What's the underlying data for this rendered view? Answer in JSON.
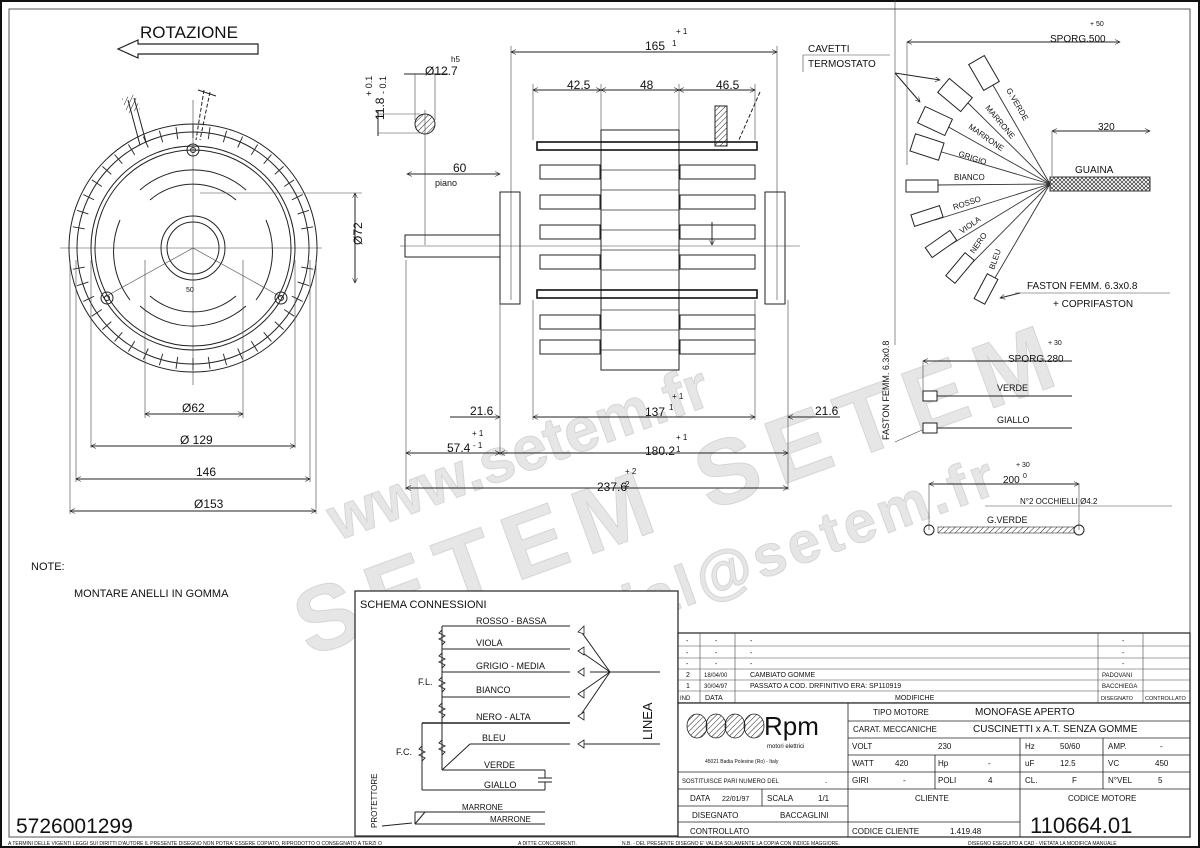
{
  "drawing": {
    "rotation_label": "ROTAZIONE",
    "front_view": {
      "dims": {
        "d62": "Ø62",
        "d129": "Ø 129",
        "w146": "146",
        "d153": "Ø153",
        "d72": "Ø72",
        "c50": "50"
      }
    },
    "shaft": {
      "dia": "Ø12.7",
      "dia_tol": "h5",
      "flat": "11.8",
      "flat_tol_up": "+ 0.1",
      "flat_tol_low": "- 0.1",
      "len": "60",
      "len_note": "piano"
    },
    "side_view": {
      "overall": "165",
      "overall_tol_up": "+ 1",
      "overall_tol_low": "- 1",
      "seg1": "42.5",
      "seg2": "48",
      "seg3": "46.5",
      "left_off": "21.6",
      "right_off": "21.6",
      "inner": "137",
      "inner_tol_up": "+ 1",
      "inner_tol_low": "1",
      "shaft_ext": "57.4",
      "shaft_ext_tol_up": "+ 1",
      "shaft_ext_tol_low": "- 1",
      "body": "180.2",
      "body_tol_up": "+ 1",
      "body_tol_low": "1",
      "total": "237.6",
      "total_tol_up": "+ 2",
      "total_tol_low": "2"
    },
    "leads": {
      "thermostat_label_1": "CAVETTI",
      "thermostat_label_2": "TERMOSTATO",
      "sporg": "SPORG.500",
      "sporg_tol": "+ 50",
      "sheath_len": "320",
      "sheath": "GUAINA",
      "wires": [
        "G.VERDE",
        "MARRONE",
        "MARRONE",
        "GRIGIO",
        "BIANCO",
        "ROSSO",
        "VIOLA",
        "NERO",
        "BLEU"
      ],
      "faston_1": "FASTON FEMM. 6.3x0.8",
      "faston_2": "+ COPRIFASTON"
    },
    "capacitor_leads": {
      "sporg": "SPORG.280",
      "sporg_tol": "+ 30",
      "faston": "FASTON FEMM. 6.3x0.8",
      "wires": [
        "VERDE",
        "GIALLO"
      ]
    },
    "ground_lead": {
      "len": "200",
      "len_tol": "+ 30",
      "len_sup": "0",
      "eyelets": "N°2 OCCHIELLI Ø4.2",
      "wire": "G.VERDE"
    },
    "notes": {
      "title": "NOTE:",
      "text": "MONTARE ANELLI IN GOMMA"
    },
    "drawing_number": "5726001299",
    "watermark": {
      "url": "www.setem.fr",
      "brand": "SETEM SETEM",
      "email": "commercial@setem.fr"
    }
  },
  "schema": {
    "title": "SCHEMA CONNESSIONI",
    "lines": [
      "ROSSO - BASSA",
      "VIOLA",
      "GRIGIO - MEDIA",
      "BIANCO",
      "NERO - ALTA",
      "BLEU",
      "VERDE",
      "GIALLO"
    ],
    "fl": "F.L.",
    "fc": "F.C.",
    "linea": "LINEA",
    "protettore": "PROTETTORE",
    "marrone_1": "MARRONE",
    "marrone_2": "MARRONE"
  },
  "revisions": {
    "rows": [
      {
        "ind": "-",
        "data": "-",
        "modifica": "-",
        "disegnato": "-",
        "controllato": ""
      },
      {
        "ind": "-",
        "data": "-",
        "modifica": "-",
        "disegnato": "-",
        "controllato": ""
      },
      {
        "ind": "-",
        "data": "-",
        "modifica": "-",
        "disegnato": "-",
        "controllato": ""
      },
      {
        "ind": "2",
        "data": "18/04/00",
        "modifica": "CAMBIATO GOMME",
        "disegnato": "PADOVANI",
        "controllato": ""
      },
      {
        "ind": "1",
        "data": "30/04/97",
        "modifica": "PASSATO A COD. DRFINITIVO ERA: SP110919",
        "disegnato": "BACCHIEGA",
        "controllato": ""
      }
    ],
    "headers": {
      "ind": "IND",
      "data": "DATA",
      "modifiche": "MODIFICHE",
      "disegnato": "DISEGNATO",
      "controllato": "CONTROLLATO"
    }
  },
  "title_block": {
    "logo": "Rpm",
    "logo_sub": "motori elettrici",
    "address": "45021 Badia Polesine (Ro) - Italy",
    "tipo_motore_label": "TIPO MOTORE",
    "tipo_motore": "MONOFASE APERTO",
    "carat_label": "CARAT. MECCANICHE",
    "carat": "CUSCINETTI x A.T. SENZA GOMME",
    "volt_label": "VOLT",
    "volt": "230",
    "hz_label": "Hz",
    "hz": "50/60",
    "amp_label": "AMP.",
    "amp": "-",
    "watt_label": "WATT",
    "watt": "420",
    "hp_label": "Hp",
    "hp": "-",
    "uf_label": "uF",
    "uf": "12.5",
    "vc_label": "VC",
    "vc": "450",
    "sostituisce_label": "SOSTITUISCE PARI NUMERO DEL",
    "sostituisce": ".",
    "giri_label": "GIRI",
    "giri": "-",
    "poli_label": "POLI",
    "poli": "4",
    "cl_label": "CL.",
    "cl": "F",
    "nvel_label": "N°VEL",
    "nvel": "5",
    "data_label": "DATA",
    "data": "22/01/97",
    "scala_label": "SCALA",
    "scala": "1/1",
    "cliente_label": "CLIENTE",
    "codice_motore_label": "CODICE MOTORE",
    "disegnato_label": "DISEGNATO",
    "disegnato": "BACCAGLINI",
    "controllato_label": "CONTROLLATO",
    "codice_cliente_label": "CODICE CLIENTE",
    "codice_cliente": "1.419.48",
    "codice_motore": "110664.01"
  },
  "footer": {
    "copyright": "A TERMINI DELLE VIGENTI LEGGI SUI DIRITTI D'AUTORE IL PRESENTE DISEGNO NON POTRA' ESSERE COPIATO, RIPRODOTTO O CONSEGNATO A TERZI O",
    "competitors": "A DITTE CONCORRENTI.",
    "nb": "N.B. - DEL PRESENTE DISEGNO E' VALIDA SOLAMENTE LA COPIA CON INDICE MAGGIORE.",
    "cad": "DISEGNO ESEGUITO A CAD - VIETATA LA MODIFICA MANUALE"
  }
}
